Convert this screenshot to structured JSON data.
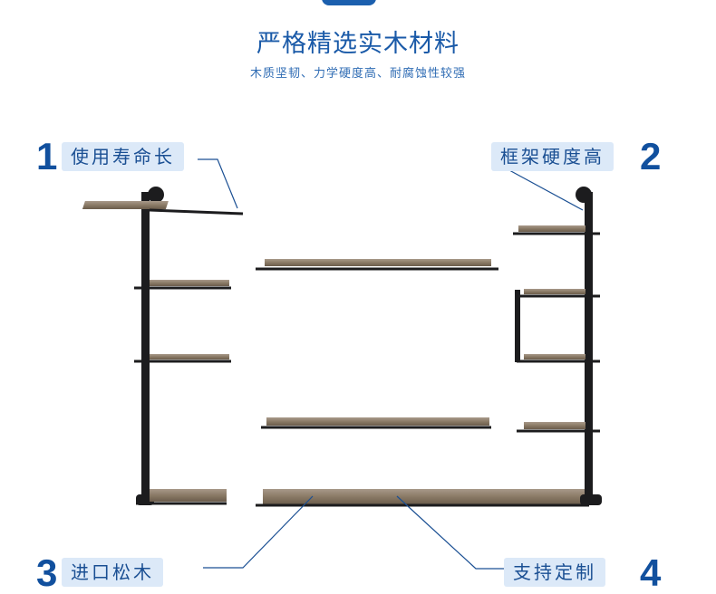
{
  "header": {
    "title": "严格精选实木材料",
    "subtitle": "木质坚韧、力学硬度高、耐腐蚀性较强"
  },
  "features": [
    {
      "number": "1",
      "label": "使用寿命长"
    },
    {
      "number": "2",
      "label": "框架硬度高"
    },
    {
      "number": "3",
      "label": "进口松木"
    },
    {
      "number": "4",
      "label": "支持定制"
    }
  ],
  "colors": {
    "brand_blue": "#1a5aa8",
    "label_bg": "#dce9f8",
    "pipe": "#1c1c1e",
    "wood": "#8a7a66"
  },
  "product": "industrial-pipe-shelf"
}
